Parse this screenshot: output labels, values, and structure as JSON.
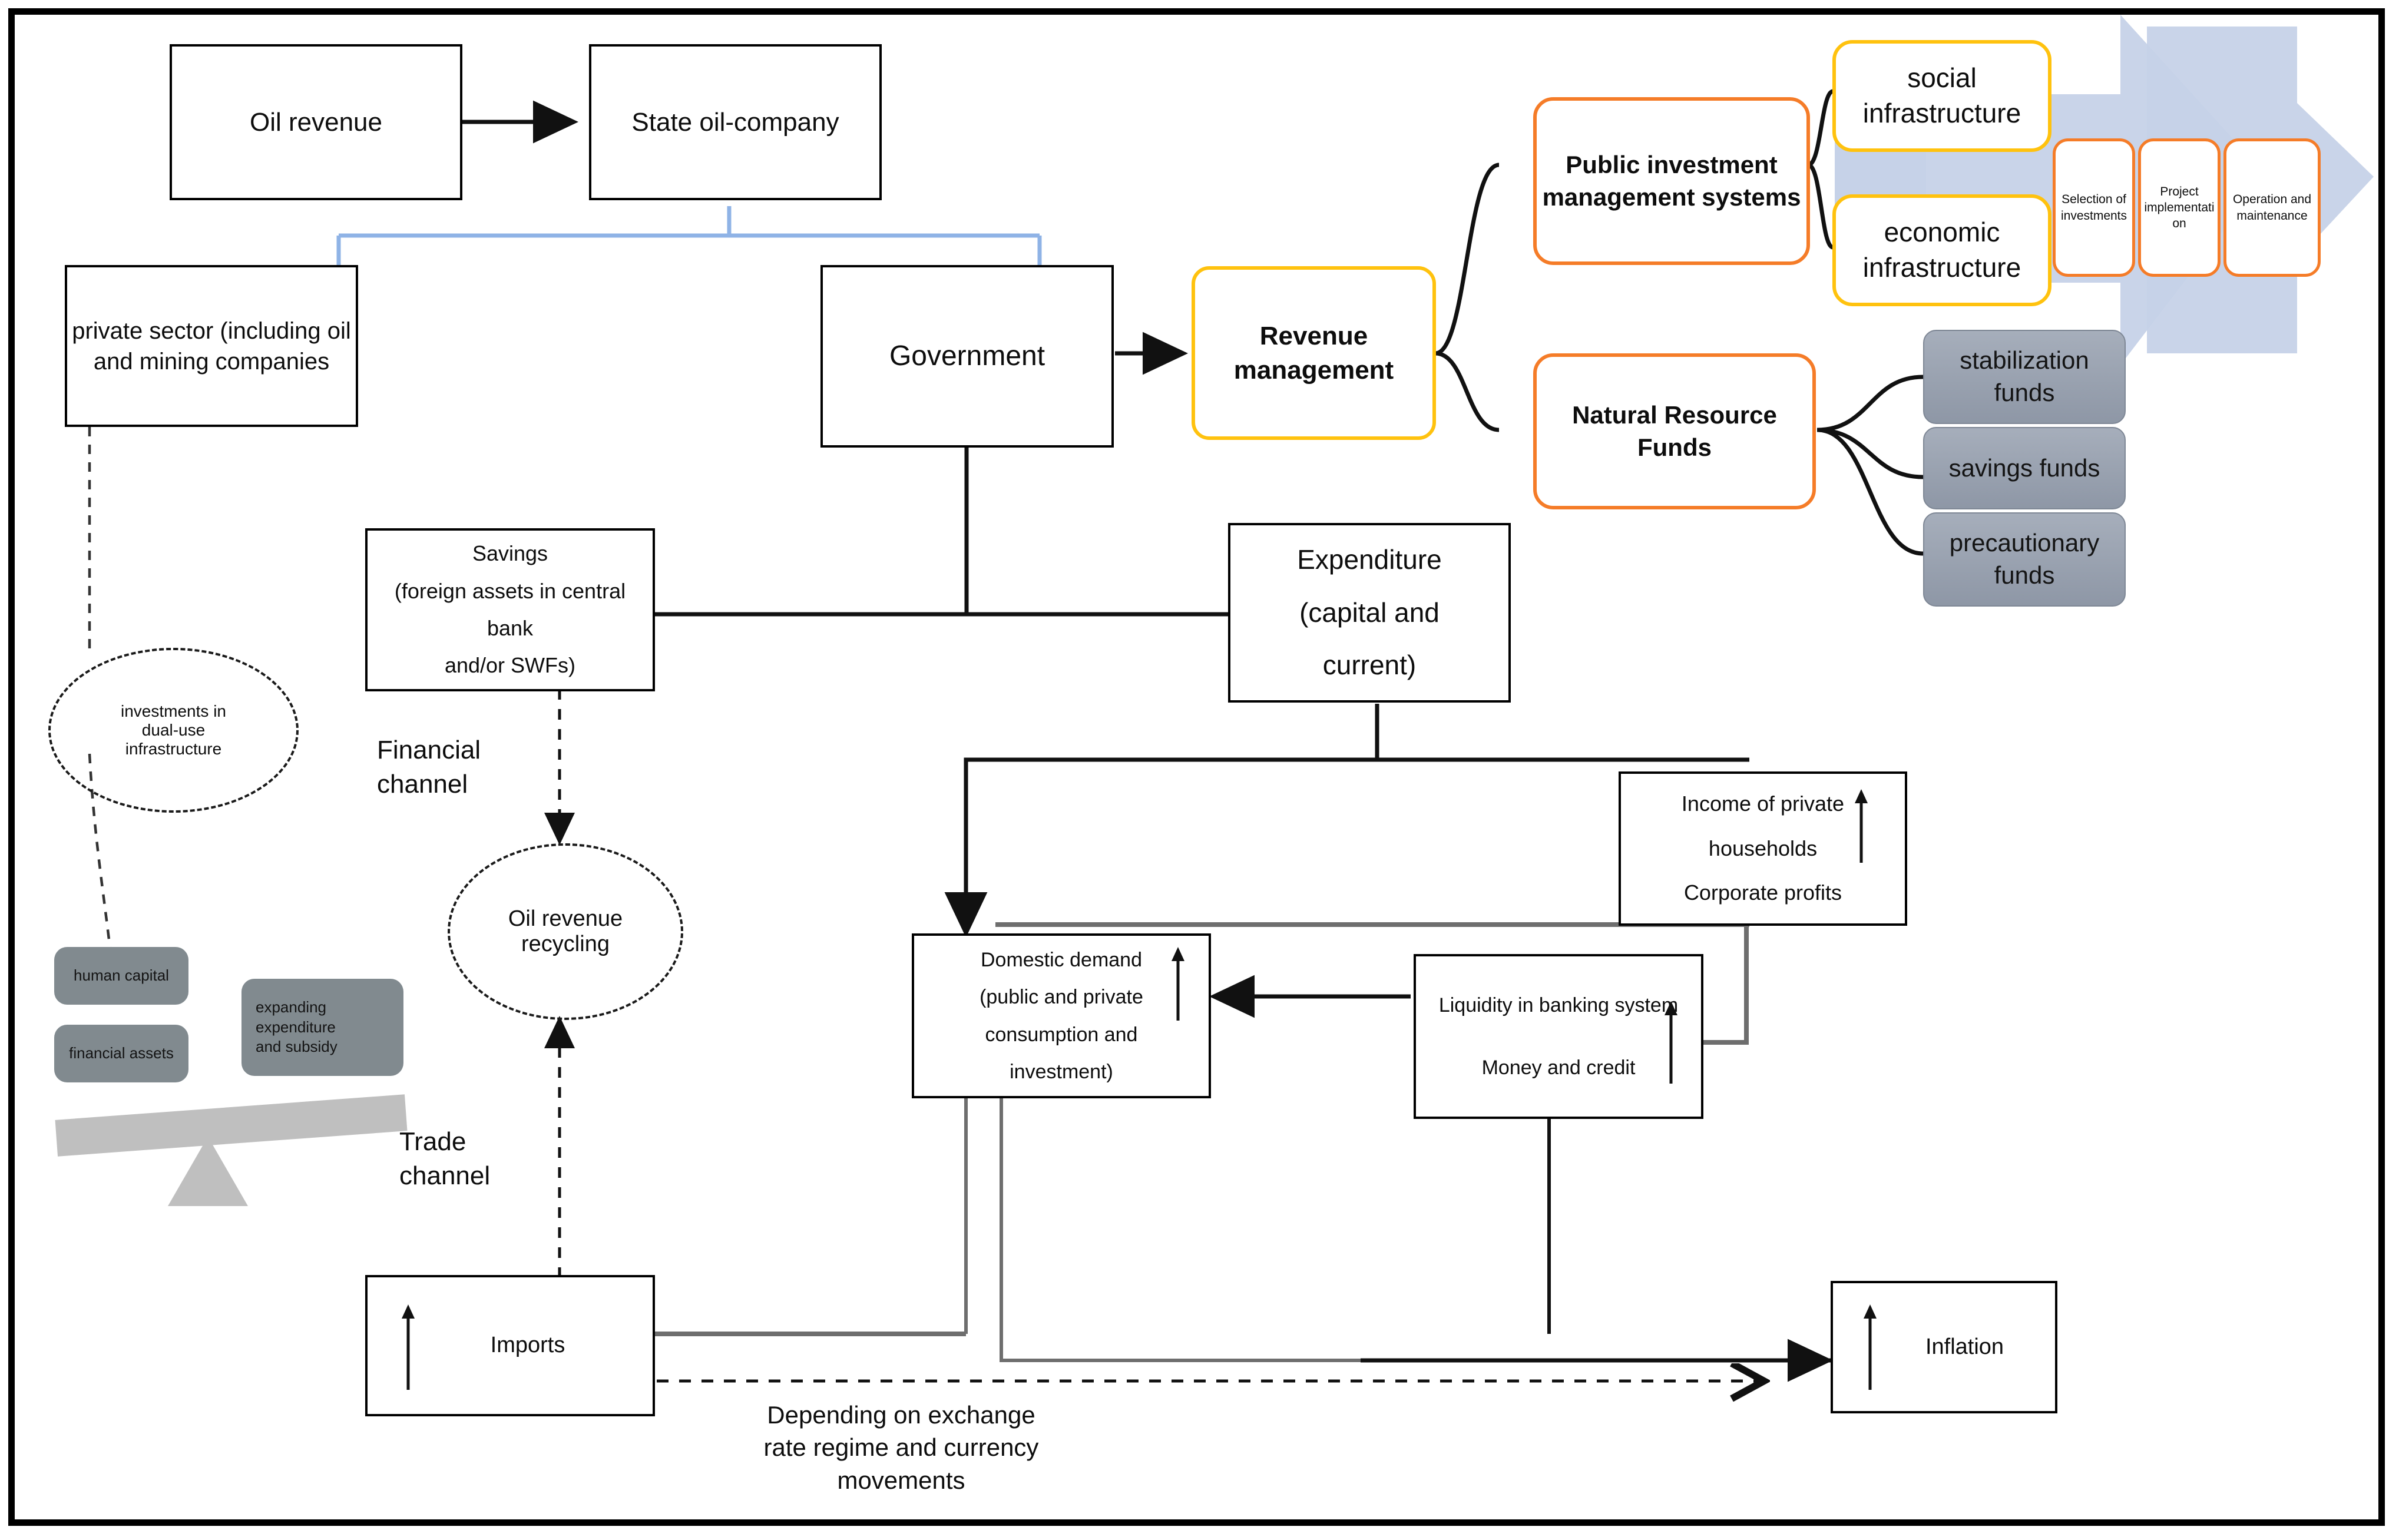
{
  "diagram": {
    "title": "Oil revenue management and macroeconomic transmission flowchart",
    "colors": {
      "orange": "#F57C28",
      "yellow": "#FFC20E",
      "blue_connector": "#8FB3E6",
      "pale_blue_arrow": "#C6D2E8",
      "gray_fund": "#9AA4B2",
      "gray_pill": "#818A8F",
      "seesaw": "#BFBFBF",
      "box_border": "#000000"
    },
    "nodes": {
      "oil_revenue": "Oil revenue",
      "state_oil_company": "State oil-company",
      "private_sector_line1": "private sector (including oil",
      "private_sector_line2": "and mining companies",
      "government": "Government",
      "revenue_management_line1": "Revenue",
      "revenue_management_line2": "management",
      "public_investment_line1": "Public investment",
      "public_investment_line2": "management systems",
      "social_infrastructure_line1": "social",
      "social_infrastructure_line2": "infrastructure",
      "economic_infrastructure_line1": "economic",
      "economic_infrastructure_line2": "infrastructure",
      "selection_of_investments_line1": "Selection of",
      "selection_of_investments_line2": "investments",
      "project_implementation_line1": "Project",
      "project_implementation_line2": "implementati",
      "project_implementation_line3": "on",
      "operation_maintenance_line1": "Operation and",
      "operation_maintenance_line2": "maintenance",
      "natural_resource_funds_line1": "Natural Resource",
      "natural_resource_funds_line2": "Funds",
      "stabilization_funds_line1": "stabilization",
      "stabilization_funds_line2": "funds",
      "savings_funds": "savings funds",
      "precautionary_funds_line1": "precautionary",
      "precautionary_funds_line2": "funds",
      "savings_line1": "Savings",
      "savings_line2": "(foreign assets in central",
      "savings_line3": "bank",
      "savings_line4": "and/or SWFs)",
      "expenditure_line1": "Expenditure",
      "expenditure_line2": "(capital and",
      "expenditure_line3": "current)",
      "investments_dual_use_line1": "investments in",
      "investments_dual_use_line2": "dual-use",
      "investments_dual_use_line3": "infrastructure",
      "oil_revenue_recycling_line1": "Oil revenue",
      "oil_revenue_recycling_line2": "recycling",
      "human_capital": "human capital",
      "financial_assets": "financial assets",
      "expanding_expenditure_line1": "expanding",
      "expanding_expenditure_line2": "expenditure",
      "expanding_expenditure_line3": "and subsidy",
      "income_private_line1": "Income of private",
      "income_private_line2": "households",
      "income_private_line3": "Corporate profits",
      "domestic_demand_line1": "Domestic demand",
      "domestic_demand_line2": "(public and private",
      "domestic_demand_line3": "consumption and",
      "domestic_demand_line4": "investment)",
      "liquidity_line1": "Liquidity in banking system",
      "liquidity_line2": "Money and credit",
      "imports": "Imports",
      "inflation": "Inflation"
    },
    "labels": {
      "financial_channel_line1": "Financial",
      "financial_channel_line2": "channel",
      "trade_channel_line1": "Trade",
      "trade_channel_line2": "channel",
      "exchange_note_line1": "Depending on exchange",
      "exchange_note_line2": "rate regime and currency",
      "exchange_note_line3": "movements"
    }
  }
}
